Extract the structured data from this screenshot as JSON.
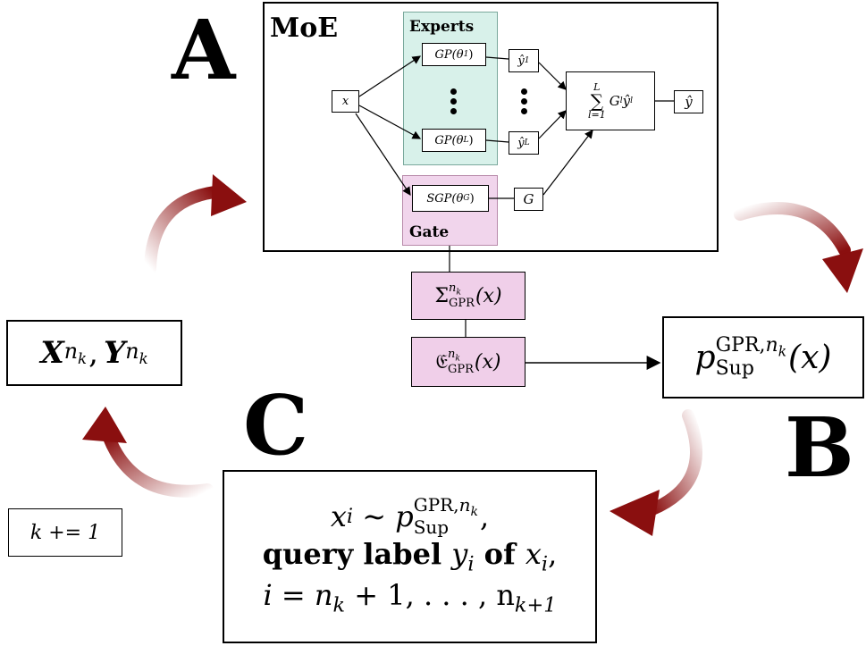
{
  "panels": {
    "a_letter": "A",
    "b_letter": "B",
    "c_letter": "C"
  },
  "moe": {
    "title": "MoE",
    "experts_label": "Experts",
    "gate_label": "Gate",
    "input": "x",
    "expert_1": "GP(θ",
    "expert_1_sub": "1",
    "expert_L": "GP(θ",
    "expert_L_sub": "L",
    "yhat_1_sub": "1",
    "yhat_L_sub": "L",
    "gate_model": "SGP(θ",
    "gate_model_sub": "G",
    "gate_out": "G",
    "sum_top": "L",
    "sum_bottom": "l=1",
    "sum_term": "G",
    "sum_term_sub": "l",
    "yhat_sub_l": "l",
    "output": "ŷ"
  },
  "gpr": {
    "sigma": "Σ",
    "sigma_sup": "n",
    "sigma_sup_sub": "k",
    "sigma_sub": "GPR",
    "sigma_arg": "(x)",
    "frak": "𝔈",
    "frak_sup": "n",
    "frak_sup_sub": "k",
    "frak_sub": "GPR",
    "frak_arg": "(x)"
  },
  "psup": {
    "p": "p",
    "sup": "GPR,",
    "sup_n": "n",
    "sup_k": "k",
    "sub": "Sup",
    "arg": "(x)"
  },
  "data_box": {
    "x": "X",
    "y": "Y",
    "sub_n": "n",
    "sub_k": "k",
    "comma": ","
  },
  "query": {
    "line1_lhs": "x",
    "line1_i": "i",
    "line1_sim": " ∼ ",
    "line1_p": "p",
    "line1_sup": "GPR,",
    "line1_sup_n": "n",
    "line1_sup_k": "k",
    "line1_sub": "Sup",
    "line1_tail": ",",
    "line2_a": "query label ",
    "line2_y": "y",
    "line2_i": "i",
    "line2_b": " of ",
    "line2_x": "x",
    "line2_i2": "i",
    "line2_tail": ",",
    "line3": "i = n",
    "line3_k": "k",
    "line3_mid": " + 1, . . . , n",
    "line3_k1": "k+1"
  },
  "counter": {
    "text": "k += 1"
  },
  "colors": {
    "experts_bg": "#d8f1ea",
    "gate_bg": "#f1d5ec",
    "gpr_bg": "#f0cfe9",
    "arrow_red": "#8a0f0f"
  }
}
